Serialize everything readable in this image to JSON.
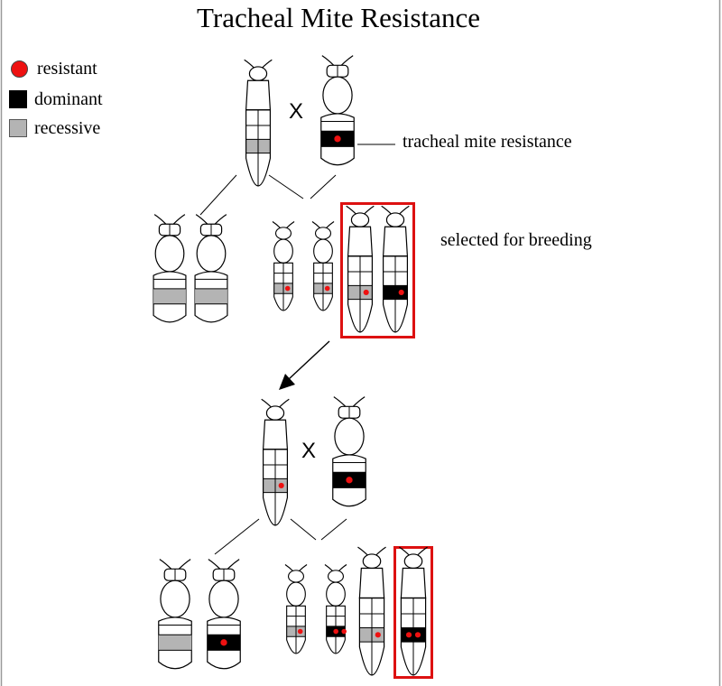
{
  "title": "Tracheal Mite Resistance",
  "legend": [
    {
      "label": "resistant",
      "marker": "red-dot"
    },
    {
      "label": "dominant",
      "marker": "black-square"
    },
    {
      "label": "recessive",
      "marker": "gray-square"
    }
  ],
  "annotations": {
    "resistance_label": "tracheal mite resistance",
    "selected_label": "selected for breeding",
    "cross_symbol": "X"
  },
  "colors": {
    "resistant": "#ee1111",
    "dominant": "#000000",
    "recessive": "#b4b4b4",
    "selection_box": "#dd1111"
  }
}
